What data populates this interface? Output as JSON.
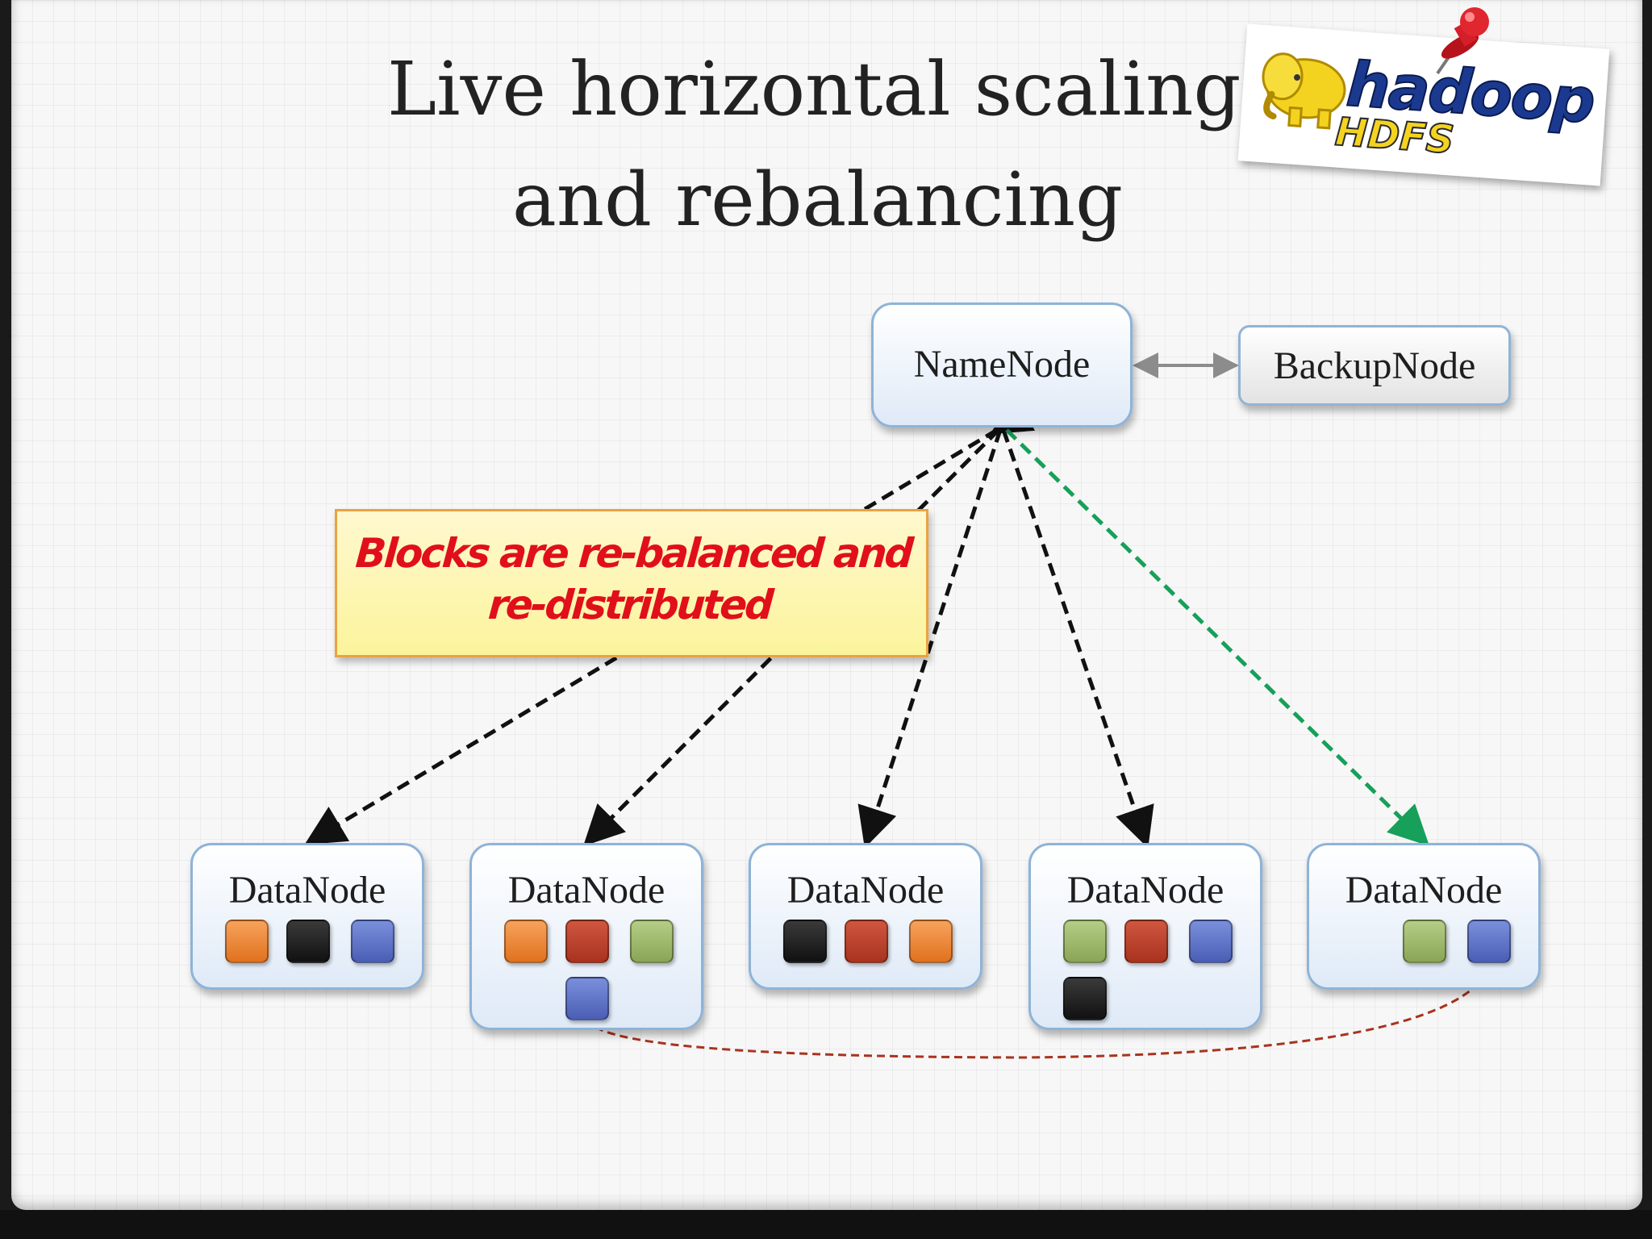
{
  "title": {
    "line1": "Live horizontal scaling",
    "line2": "and rebalancing"
  },
  "logo": {
    "brand": "hadoop",
    "product": "HDFS"
  },
  "diagram": {
    "namenode": "NameNode",
    "backupnode": "BackupNode",
    "datanodes": [
      {
        "label": "DataNode",
        "blocks": [
          "orange",
          "black",
          "blue"
        ]
      },
      {
        "label": "DataNode",
        "blocks": [
          "orange",
          "red",
          "green",
          "blue"
        ]
      },
      {
        "label": "DataNode",
        "blocks": [
          "black",
          "red",
          "orange"
        ]
      },
      {
        "label": "DataNode",
        "blocks": [
          "green",
          "red",
          "blue",
          "black"
        ]
      },
      {
        "label": "DataNode",
        "blocks": [
          "green",
          "blue"
        ]
      }
    ],
    "callout": {
      "line1": "Blocks are re-balanced and",
      "line2": "re-distributed"
    },
    "colors": {
      "arrow_existing": "#111111",
      "arrow_new_node": "#16a05a",
      "block_move": "#a8331f",
      "backup_link": "#8c8c8c",
      "callout_text": "#e10f1a"
    }
  }
}
